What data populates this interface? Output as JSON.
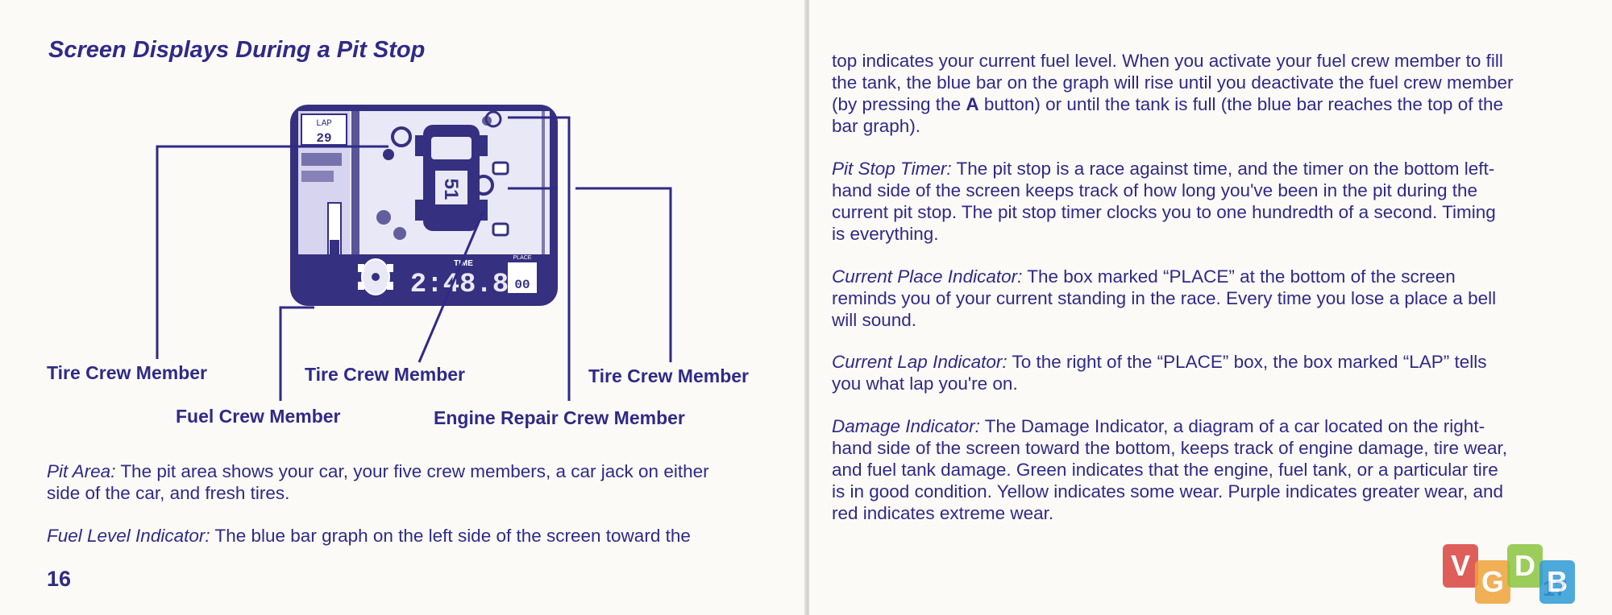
{
  "left_page": {
    "heading": "Screen Displays During a Pit Stop",
    "labels": {
      "tire_left": "Tire Crew Member",
      "fuel": "Fuel Crew Member",
      "tire_middle": "Tire Crew Member",
      "engine": "Engine Repair Crew Member",
      "tire_right": "Tire Crew Member"
    },
    "screen": {
      "lap_label": "LAP",
      "lap_value": "29",
      "timer_label": "TIME",
      "timer_value": "2:48.8",
      "place_label": "PLACE",
      "place_value": "00",
      "car_number": "51"
    },
    "pit_area": {
      "lead": "Pit Area:",
      "line1": "The pit area shows your car, your five crew members, a car jack on either",
      "line2": "side of the car, and fresh tires."
    },
    "fuel_level": {
      "lead": "Fuel Level Indicator:",
      "line1": "The blue bar graph on the left side of the screen toward the"
    },
    "page_number": "16"
  },
  "right_page": {
    "fuel_cont": [
      "top indicates your current fuel level.  When you activate your fuel crew member to fill",
      "the tank, the blue bar on the graph will rise until you deactivate the fuel crew member"
    ],
    "fuel_cont_line3_pre": "(by pressing the ",
    "fuel_cont_line3_bold": "A",
    "fuel_cont_line3_post": " button) or until the tank is full (the blue bar reaches the top of the",
    "fuel_cont_line4": "bar graph).",
    "pit_timer": {
      "lead": "Pit Stop Timer:",
      "lines": [
        "The pit stop is a race against time, and the timer on the bottom left-",
        "hand side of the screen keeps track of how long you've been in the pit during the",
        "current pit stop.  The pit stop timer clocks you to one hundredth of a second.  Timing",
        "is everything."
      ]
    },
    "place_indicator": {
      "lead": "Current Place Indicator:",
      "lines": [
        "The box marked “PLACE” at the bottom of the screen",
        "reminds you of your current standing in the race. Every time you lose a place a bell",
        "will sound."
      ]
    },
    "lap_indicator": {
      "lead": "Current Lap Indicator:",
      "lines": [
        "To the right of the “PLACE” box, the box marked “LAP” tells",
        "you what lap you're on."
      ]
    },
    "damage_indicator": {
      "lead": "Damage Indicator:",
      "lines": [
        "The Damage Indicator, a diagram of a car located on the right-",
        "hand side of the screen toward the bottom, keeps track of engine damage, tire wear,",
        "and fuel tank damage.  Green indicates that the engine, fuel tank, or a particular tire",
        "is in good condition.  Yellow indicates some wear.  Purple indicates greater wear, and",
        "red indicates extreme wear."
      ]
    },
    "page_number": "17"
  },
  "watermark": {
    "letters": [
      "V",
      "G",
      "D",
      "B"
    ],
    "colors": [
      "#d9443f",
      "#f0a23a",
      "#8cc63f",
      "#2e9bd6"
    ]
  },
  "colors": {
    "ink": "#2f2a86",
    "screen": "#35307f",
    "screen_bg": "#e9e8f6"
  }
}
